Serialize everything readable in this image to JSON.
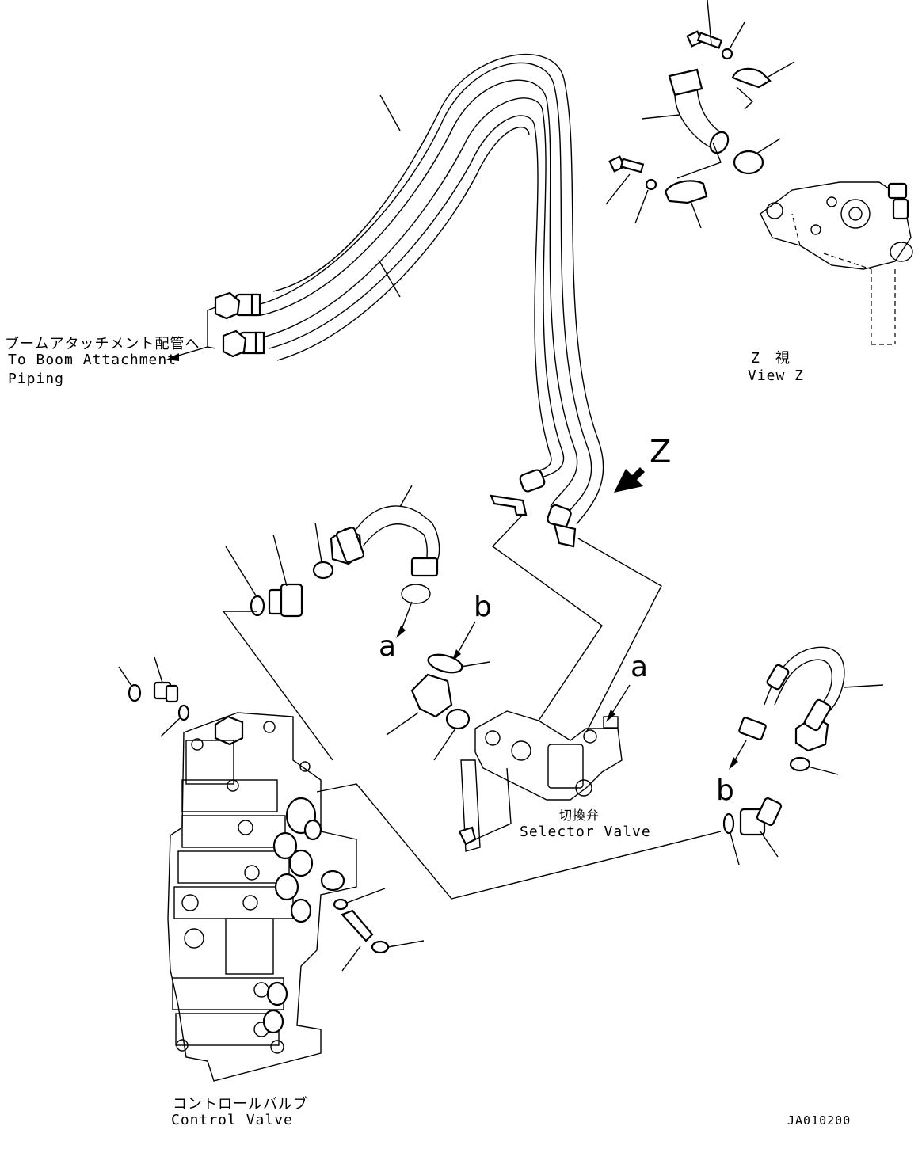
{
  "labels": {
    "boom_piping_jp": "ブームアタッチメント配管へ",
    "boom_piping_en_1": "To Boom Attachment",
    "boom_piping_en_2": "Piping",
    "view_z_jp": "Z　視",
    "view_z_en": "View Z",
    "z_marker": "Z",
    "ref_a_upper": "a",
    "ref_b_upper": "b",
    "ref_a_right": "a",
    "ref_b_right": "b",
    "selector_valve_jp": "切換弁",
    "selector_valve_en": "Selector Valve",
    "control_valve_jp": "コントロールバルブ",
    "control_valve_en": "Control Valve",
    "drawing_code": "JA010200"
  },
  "colors": {
    "line": "#000000",
    "background": "#ffffff"
  },
  "icons": {
    "direction_arrow": "view-direction-arrow-icon"
  }
}
